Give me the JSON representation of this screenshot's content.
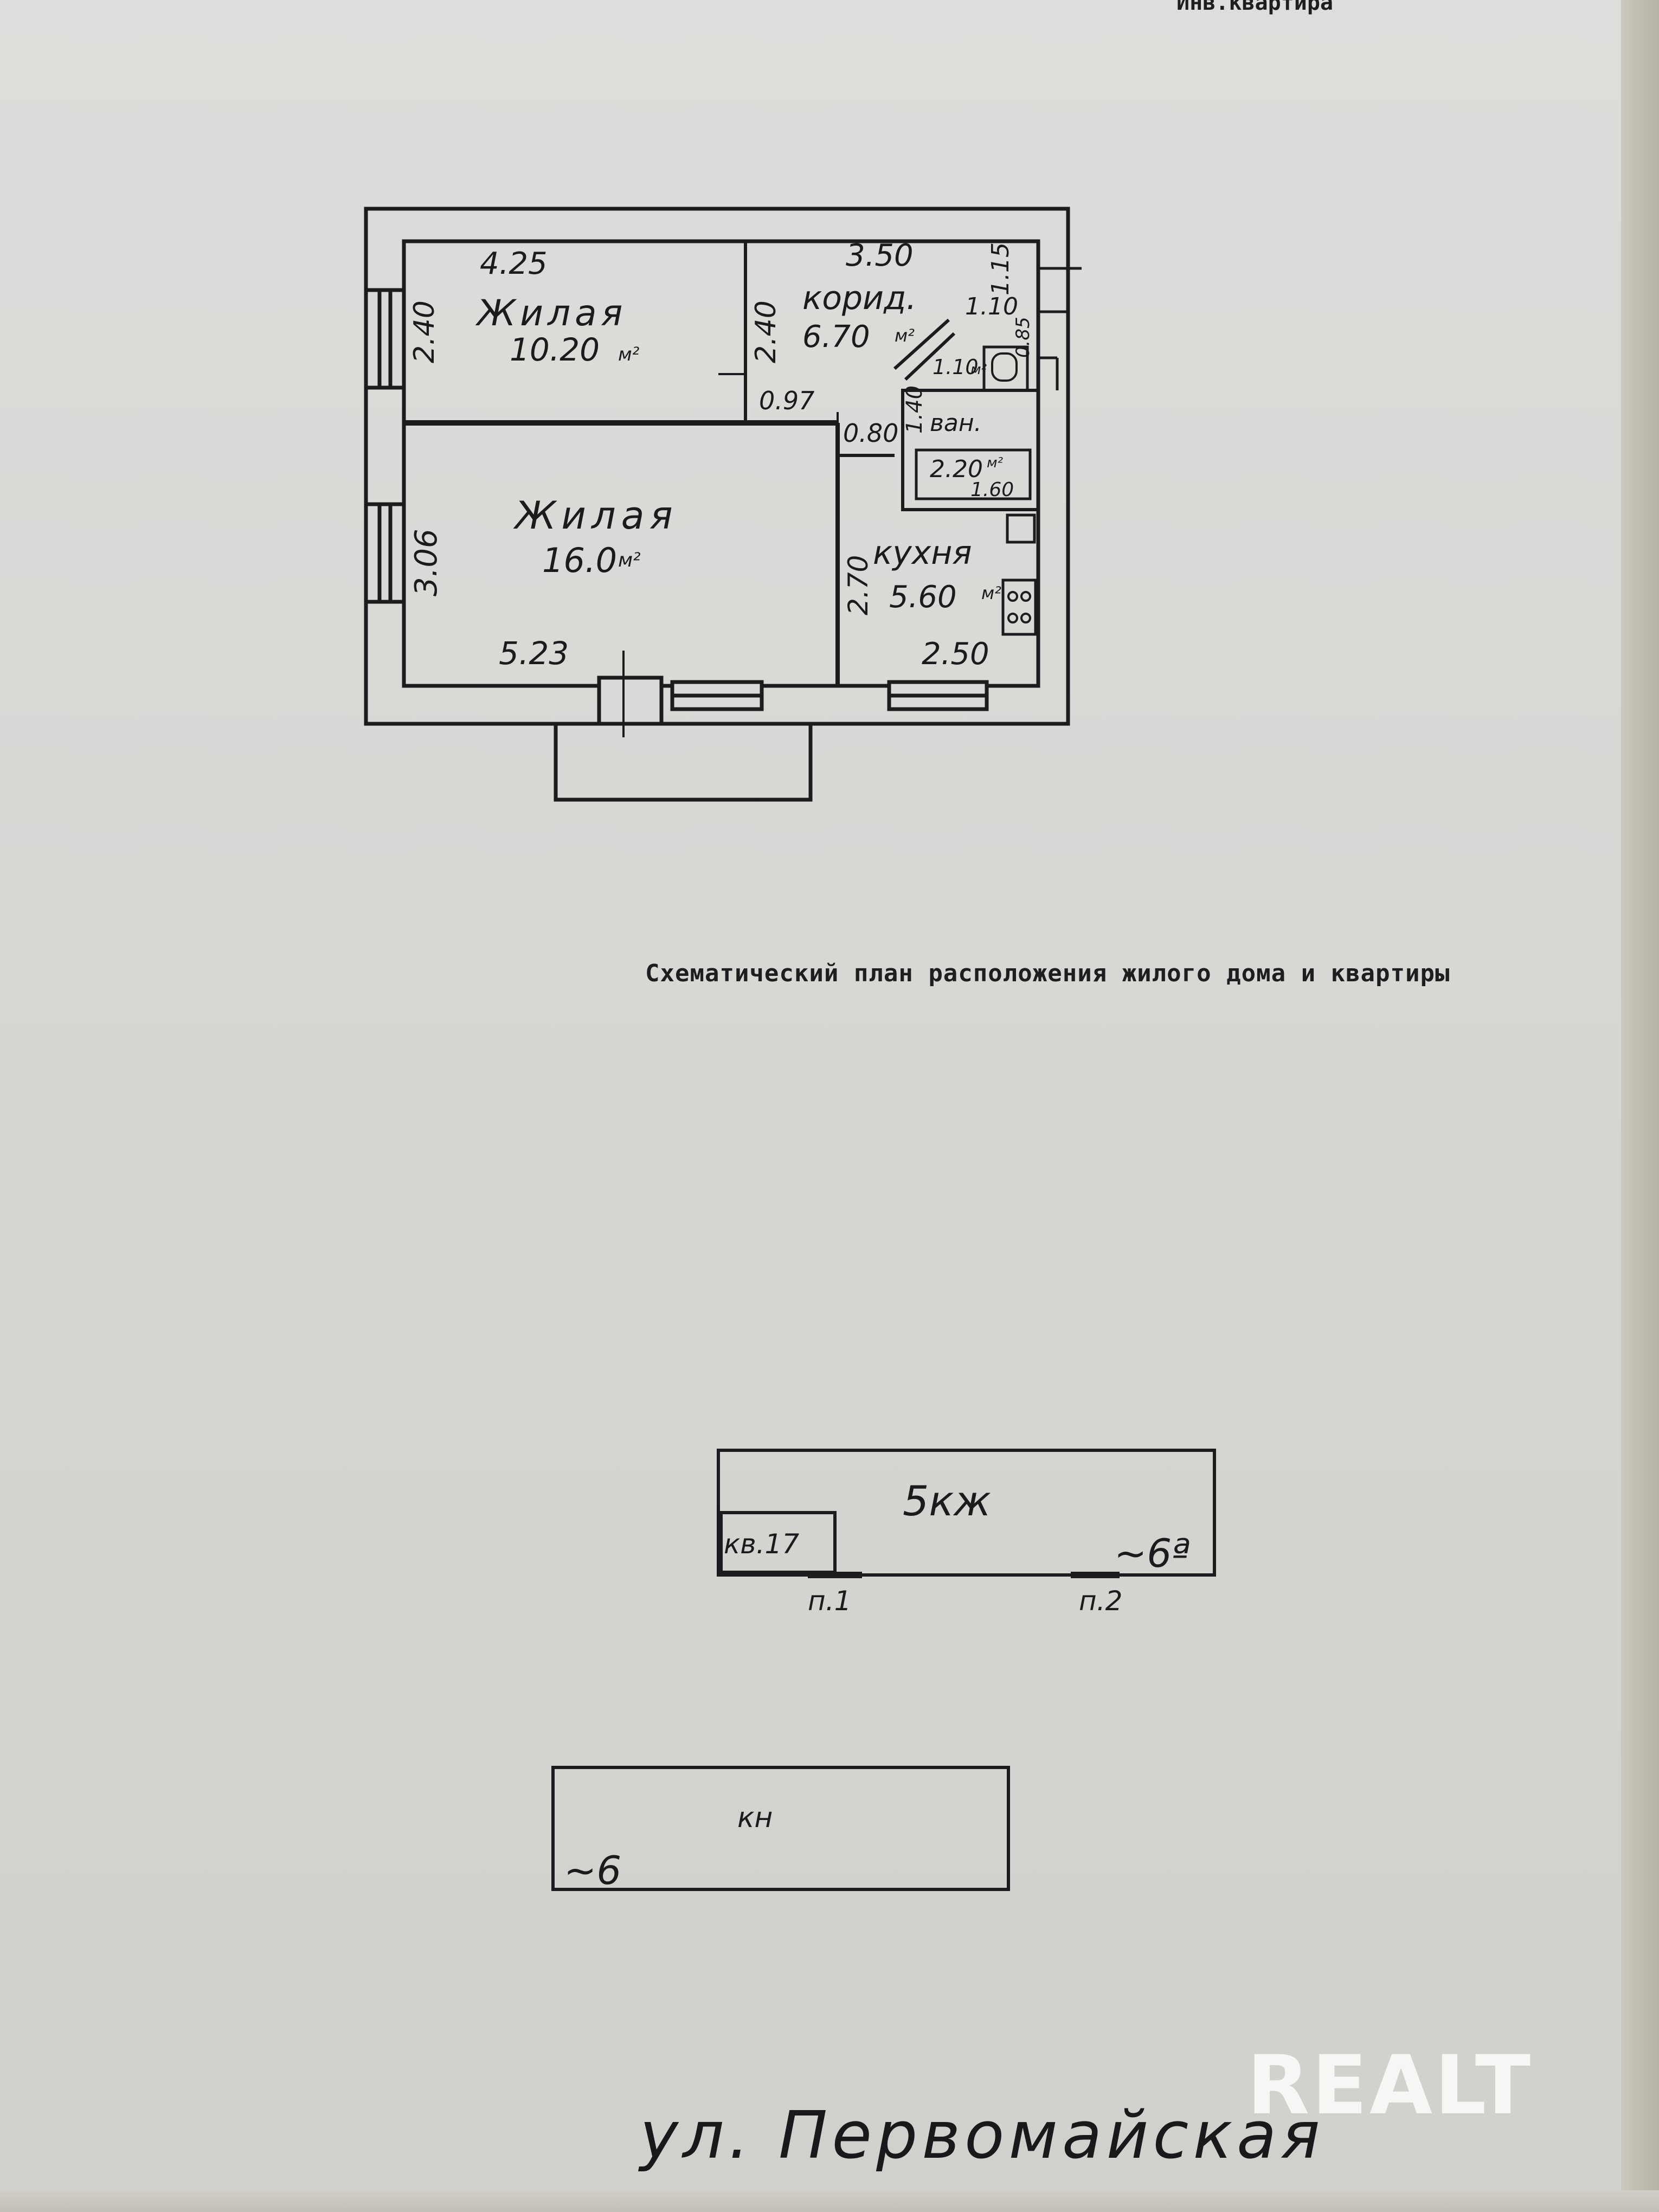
{
  "header": {
    "cut_text": "Инв.квартира"
  },
  "floor_plan": {
    "rooms": [
      {
        "name": "Жилая",
        "area": "10.20",
        "unit": "м²",
        "dim_top": "4.25",
        "dim_side": "2.40"
      },
      {
        "name": "Жилая",
        "area": "16.0",
        "unit": "м²",
        "dim_bottom": "5.23",
        "dim_side": "3.06"
      },
      {
        "name": "корид.",
        "area": "6.70",
        "unit": "м²",
        "dim_top": "3.50",
        "dim_side": "2.40"
      },
      {
        "name": "кухня",
        "area": "5.60",
        "unit": "м²",
        "dim_bottom": "2.50",
        "dim_side": "2.70"
      },
      {
        "name": "ван.",
        "area": "2.20",
        "unit": "м²",
        "dim_side": "1.40",
        "dim_bottom": "1.60"
      },
      {
        "name": "",
        "area": "1.10",
        "unit": "м²",
        "dim_side": "0.85"
      }
    ],
    "dimensions": {
      "d115": "1.15",
      "d110": "1.10",
      "d097": "0.97",
      "d080": "0.80"
    }
  },
  "caption": "Схематический план расположения жилого дома и квартиры",
  "site_plan": {
    "building": {
      "label": "5кж",
      "flat_label": "кв.17",
      "storey_mark": "~6ª",
      "entrance1": "п.1",
      "entrance2": "п.2"
    },
    "building2": {
      "label": "кн",
      "storey_mark": "~6"
    },
    "street": "ул. Первомайская"
  },
  "watermark": "REALT"
}
